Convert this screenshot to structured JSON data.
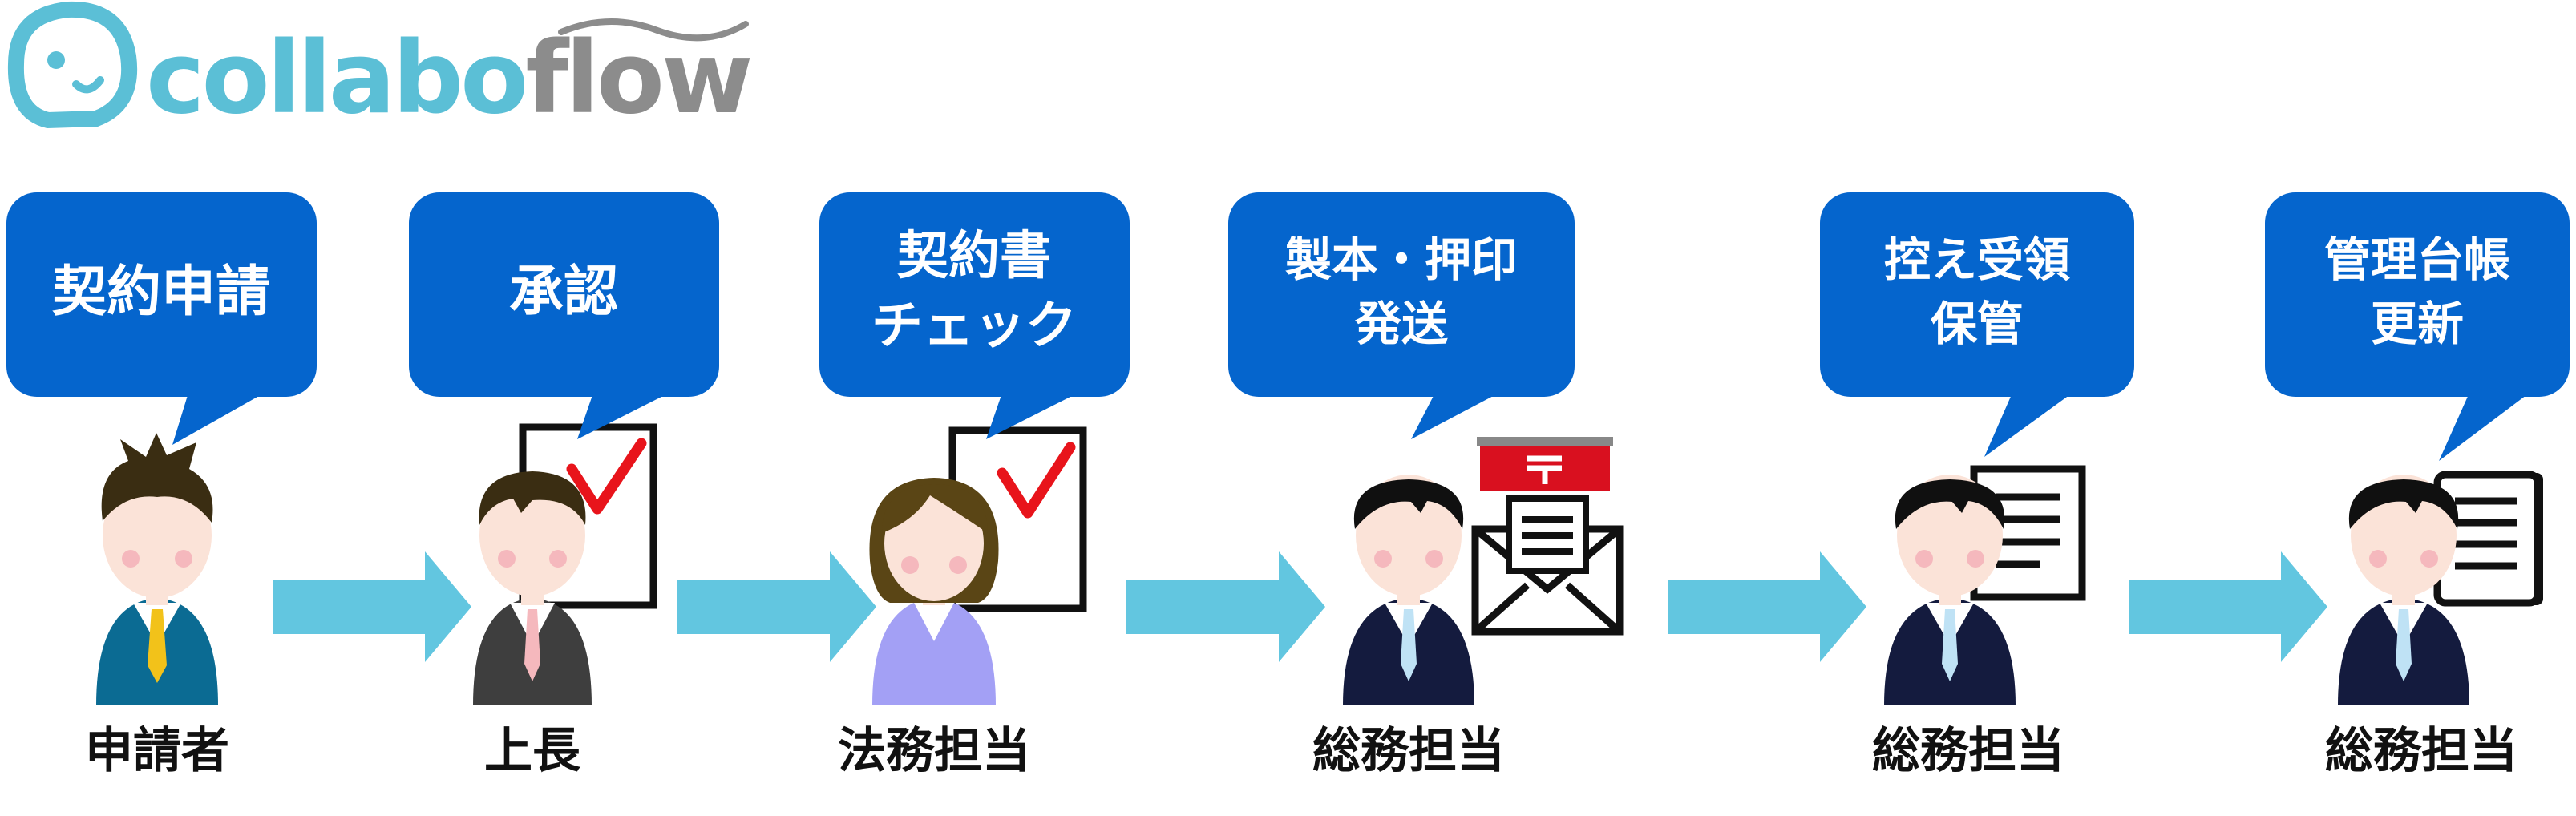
{
  "logo": {
    "text_a": "collabo",
    "text_b": "flow",
    "color_a": "#5BBFD6",
    "color_b": "#8C8C8C"
  },
  "colors": {
    "bubble": "#0565CD",
    "arrow": "#62C6E0",
    "check": "#E8141B",
    "stamp_red": "#D9101F",
    "skin": "#FBE3D8",
    "hair": "#3A2D12",
    "hair_black": "#101010"
  },
  "steps": [
    {
      "bubble_lines": [
        "契約申請"
      ],
      "role": "申請者",
      "figure": "applicant",
      "prop": "none"
    },
    {
      "bubble_lines": [
        "承認"
      ],
      "role": "上長",
      "figure": "boss",
      "prop": "check-document"
    },
    {
      "bubble_lines": [
        "契約書",
        "チェック"
      ],
      "role": "法務担当",
      "figure": "woman",
      "prop": "check-document"
    },
    {
      "bubble_lines": [
        "製本・押印",
        "発送"
      ],
      "role": "総務担当",
      "figure": "staff",
      "prop": "mail"
    },
    {
      "bubble_lines": [
        "控え受領",
        "保管"
      ],
      "role": "総務担当",
      "figure": "staff",
      "prop": "document"
    },
    {
      "bubble_lines": [
        "管理台帳",
        "更新"
      ],
      "role": "総務担当",
      "figure": "staff",
      "prop": "ledger"
    }
  ]
}
